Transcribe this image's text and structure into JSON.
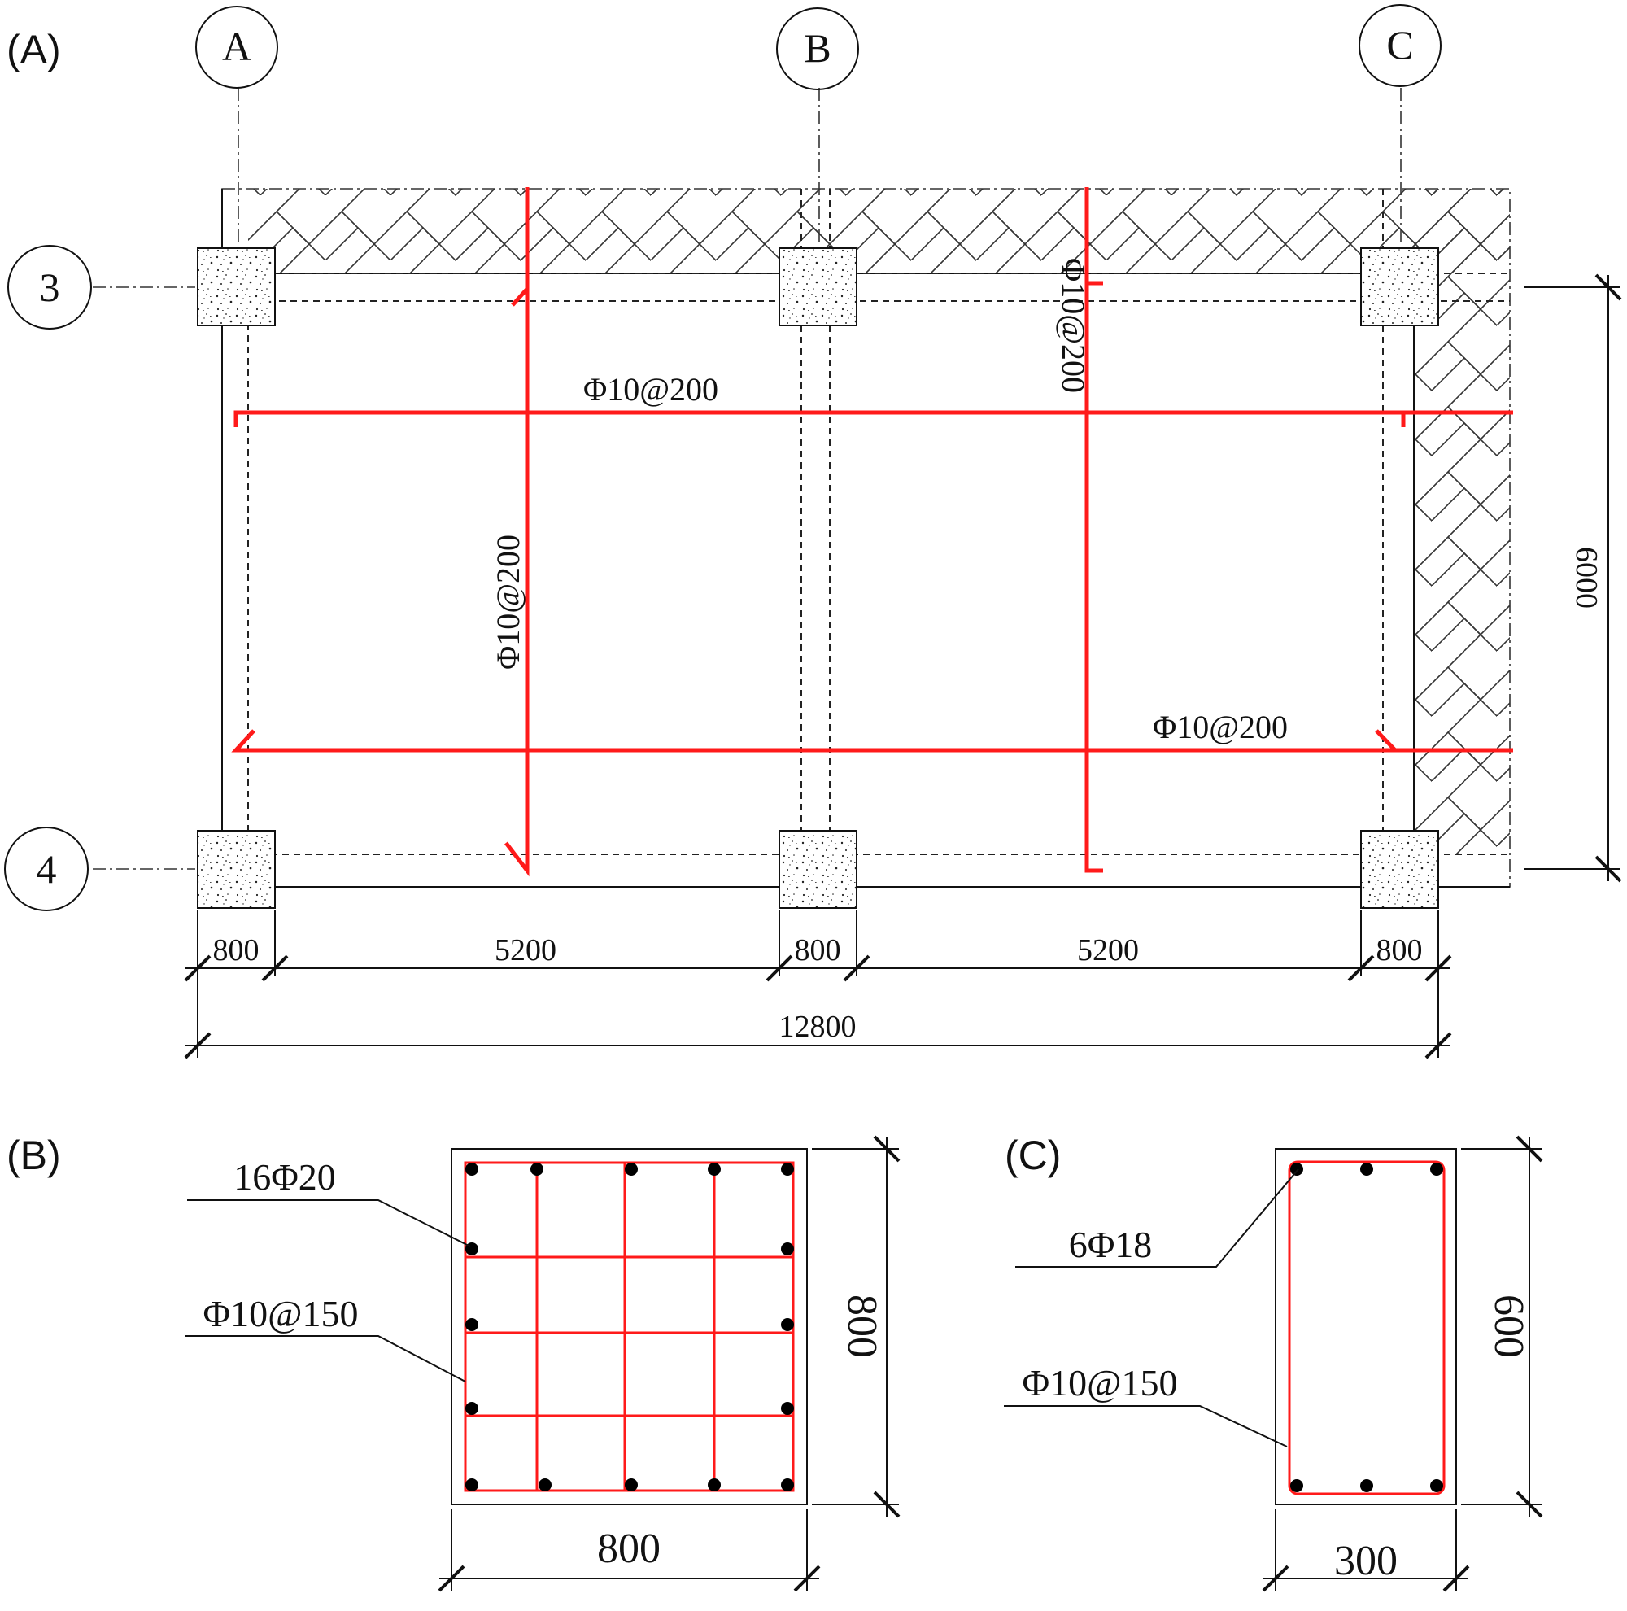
{
  "panels": {
    "a": "(A)",
    "b": "(B)",
    "c": "(C)"
  },
  "grid_axes": {
    "columns": [
      "A",
      "B",
      "C"
    ],
    "rows": [
      "3",
      "4"
    ]
  },
  "plan": {
    "rebar_labels": {
      "top_horizontal": "Φ10@200",
      "bottom_horizontal": "Φ10@200",
      "left_vertical": "Φ10@200",
      "right_vertical": "Φ10@200"
    },
    "dimensions": {
      "col_width_1": "800",
      "span_1": "5200",
      "col_width_2": "800",
      "span_2": "5200",
      "col_width_3": "800",
      "total": "12800",
      "depth": "6000"
    }
  },
  "column_section": {
    "longitudinal": "16Φ20",
    "stirrup": "Φ10@150",
    "width": "800",
    "height": "800"
  },
  "beam_section": {
    "longitudinal": "6Φ18",
    "stirrup": "Φ10@150",
    "width": "300",
    "height": "600"
  },
  "colors": {
    "rebar": "#ff1a1a",
    "line": "#111111"
  }
}
